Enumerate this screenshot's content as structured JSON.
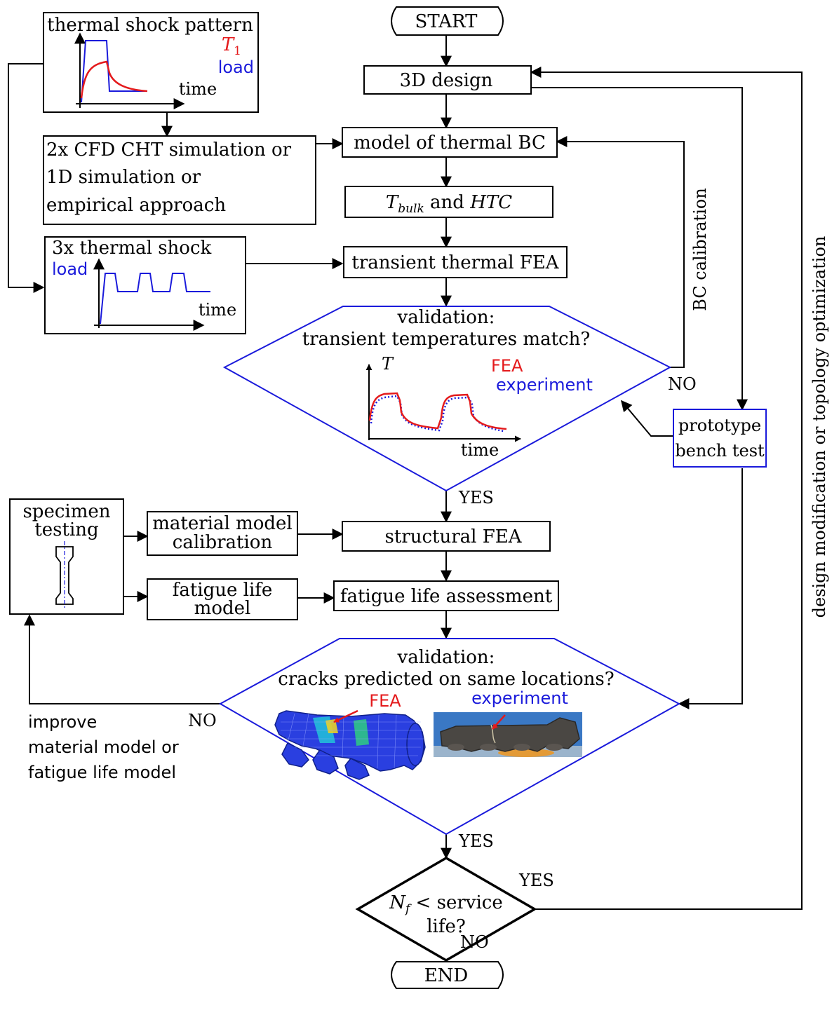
{
  "flow": {
    "start": "START",
    "design_3d": "3D design",
    "thermal_bc_model": "model of thermal BC",
    "tbulk_htc": {
      "t": "T",
      "bulk": "bulk",
      "and": " and ",
      "htc": "HTC"
    },
    "transient_fea": "transient thermal FEA",
    "validation1": {
      "line1": "validation:",
      "line2": "transient temperatures match?",
      "axis_y": "T",
      "axis_x": "time",
      "legend_fea": "FEA",
      "legend_exp": "experiment",
      "no": "NO",
      "yes": "YES"
    },
    "bc_calibration": "BC calibration",
    "prototype": {
      "line1": "prototype",
      "line2": "bench test"
    },
    "structural_fea": "structural FEA",
    "fatigue_assessment": "fatigue life assessment",
    "validation2": {
      "line1": "validation:",
      "line2": "cracks predicted on same locations?",
      "fea": "FEA",
      "experiment": "experiment",
      "no": "NO",
      "yes": "YES"
    },
    "decision": {
      "n": "N",
      "sub": "f",
      "rest": " < service",
      "line2": "life?",
      "yes": "YES",
      "no": "NO"
    },
    "end": "END",
    "design_mod": "design modification or topology optimization"
  },
  "left": {
    "shock_pattern": {
      "title": "thermal shock pattern",
      "t1": "T",
      "t1_sub": "1",
      "load": "load",
      "time": "time"
    },
    "cfd": {
      "line1": "2x CFD CHT simulation or",
      "line2": "1D simulation or",
      "line3": "empirical approach"
    },
    "shock3x": {
      "title": "3x thermal shock",
      "load": "load",
      "time": "time"
    },
    "specimen": {
      "line1": "specimen",
      "line2": "testing"
    },
    "material_model": {
      "line1": "material model",
      "line2": "calibration"
    },
    "fatigue_model": {
      "line1": "fatigue life",
      "line2": "model"
    },
    "improve": {
      "line1": "improve",
      "line2": "material model or",
      "line3": "fatigue life model"
    }
  },
  "colors": {
    "red": "#e41a1c",
    "blue": "#1a1adb",
    "black": "#000000"
  }
}
